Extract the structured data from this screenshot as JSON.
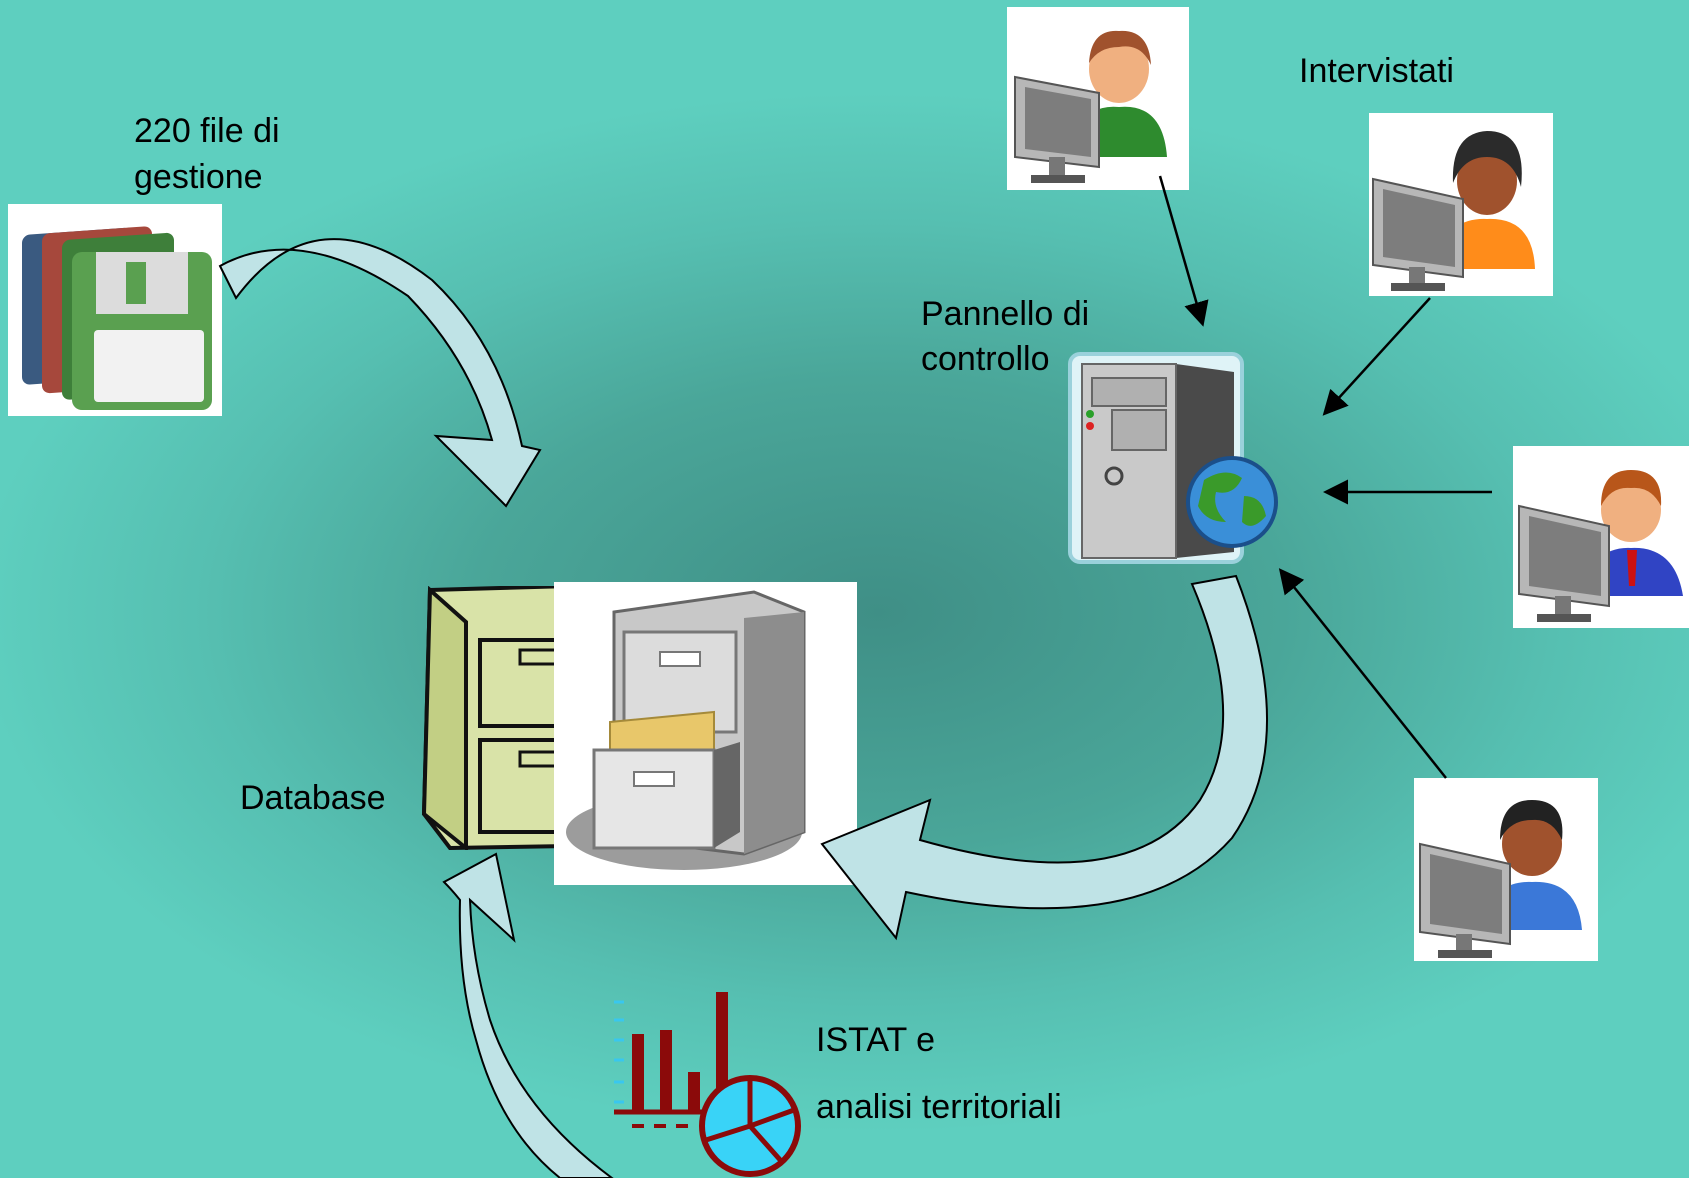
{
  "labels": {
    "files": [
      "220 file di",
      "gestione"
    ],
    "respondents": "Intervistati",
    "panel": [
      "Pannello di",
      "controllo"
    ],
    "database": "Database",
    "istat": [
      "ISTAT e",
      "analisi territoriali"
    ]
  },
  "colors": {
    "background": "#5ecfbf",
    "curved_arrow_fill": "#bfe3e6",
    "chart_bars": "#8b0a0a",
    "pie_fill": "#39d3f7"
  }
}
